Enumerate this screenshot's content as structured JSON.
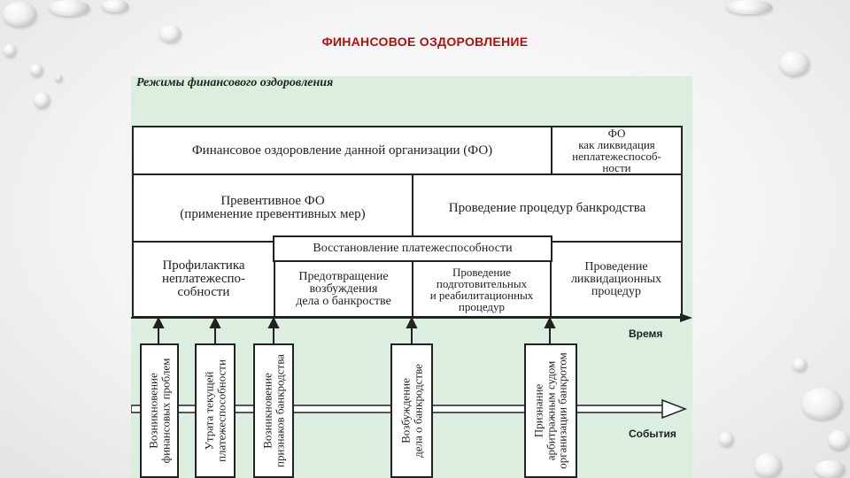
{
  "slide": {
    "title": "ФИНАНСОВОЕ ОЗДОРОВЛЕНИЕ"
  },
  "diagram": {
    "heading": "Режимы финансового оздоровления",
    "row1": {
      "main": "Финансовое оздоровление данной организации (ФО)",
      "right": "ФО\nкак ликвидация\nнеплатежеспособ-\nности"
    },
    "row2": {
      "left": "Превентивное ФО\n(применение превентивных мер)",
      "right": "Проведение процедур банкродства"
    },
    "restore": "Восстановление платежеспособности",
    "row3": {
      "prevention": "Профилактика\nнеплатежеспо-\nсобности",
      "avert": "Предотвращение\nвозбуждения\nдела о банкростве",
      "prep": "Проведение\nподготовительных\nи реабилитационных\nпроцедур",
      "liquidation": "Проведение\nликвидационных\nпроцедур"
    },
    "time_label": "Время",
    "events_label": "События",
    "events": [
      "Возникновение\nфинансовых проблем",
      "Утрата текущей\nплатежеспособности",
      "Возникновение\nпризнаков банкродства",
      "Возбуждение\nдела о банкродстве",
      "Признание\nарбитражным судом\nорганизации банкротом"
    ]
  }
}
